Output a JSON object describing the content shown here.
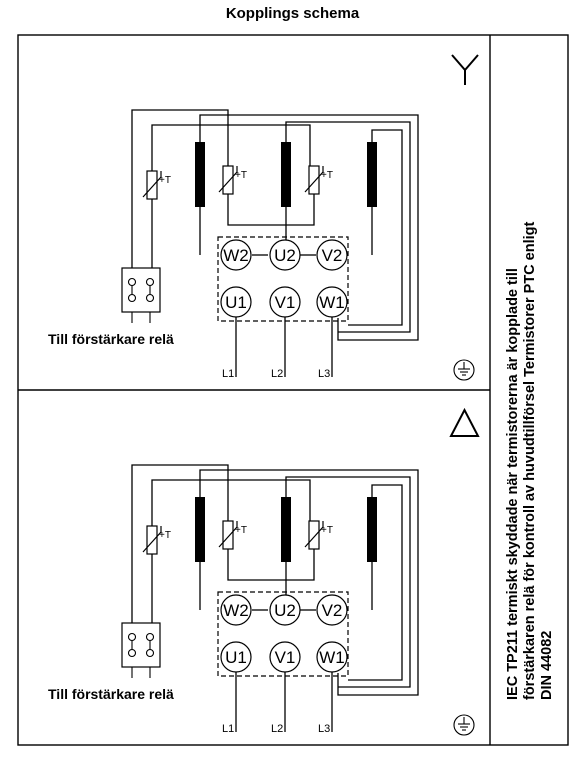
{
  "title": "Kopplings schema",
  "diagrams": {
    "star": {
      "symbol_name": "star-y-symbol",
      "amp_label": "Till förstärkare relä",
      "lines": [
        "L1",
        "L2",
        "L3"
      ]
    },
    "delta": {
      "symbol_name": "delta-triangle-symbol",
      "amp_label": "Till förstärkare relä",
      "lines": [
        "L1",
        "L2",
        "L3"
      ]
    }
  },
  "terminals_top": [
    "W2",
    "U2",
    "V2"
  ],
  "terminals_bottom": [
    "U1",
    "V1",
    "W1"
  ],
  "thermistor_label": "+T",
  "side_note": [
    "IEC TP211 termiskt skyddade när termistorerna är kopplade till",
    "förstärkaren relä för kontroll av  huvudtillförsel Termistorer PTC enligt",
    "DIN 44082"
  ]
}
